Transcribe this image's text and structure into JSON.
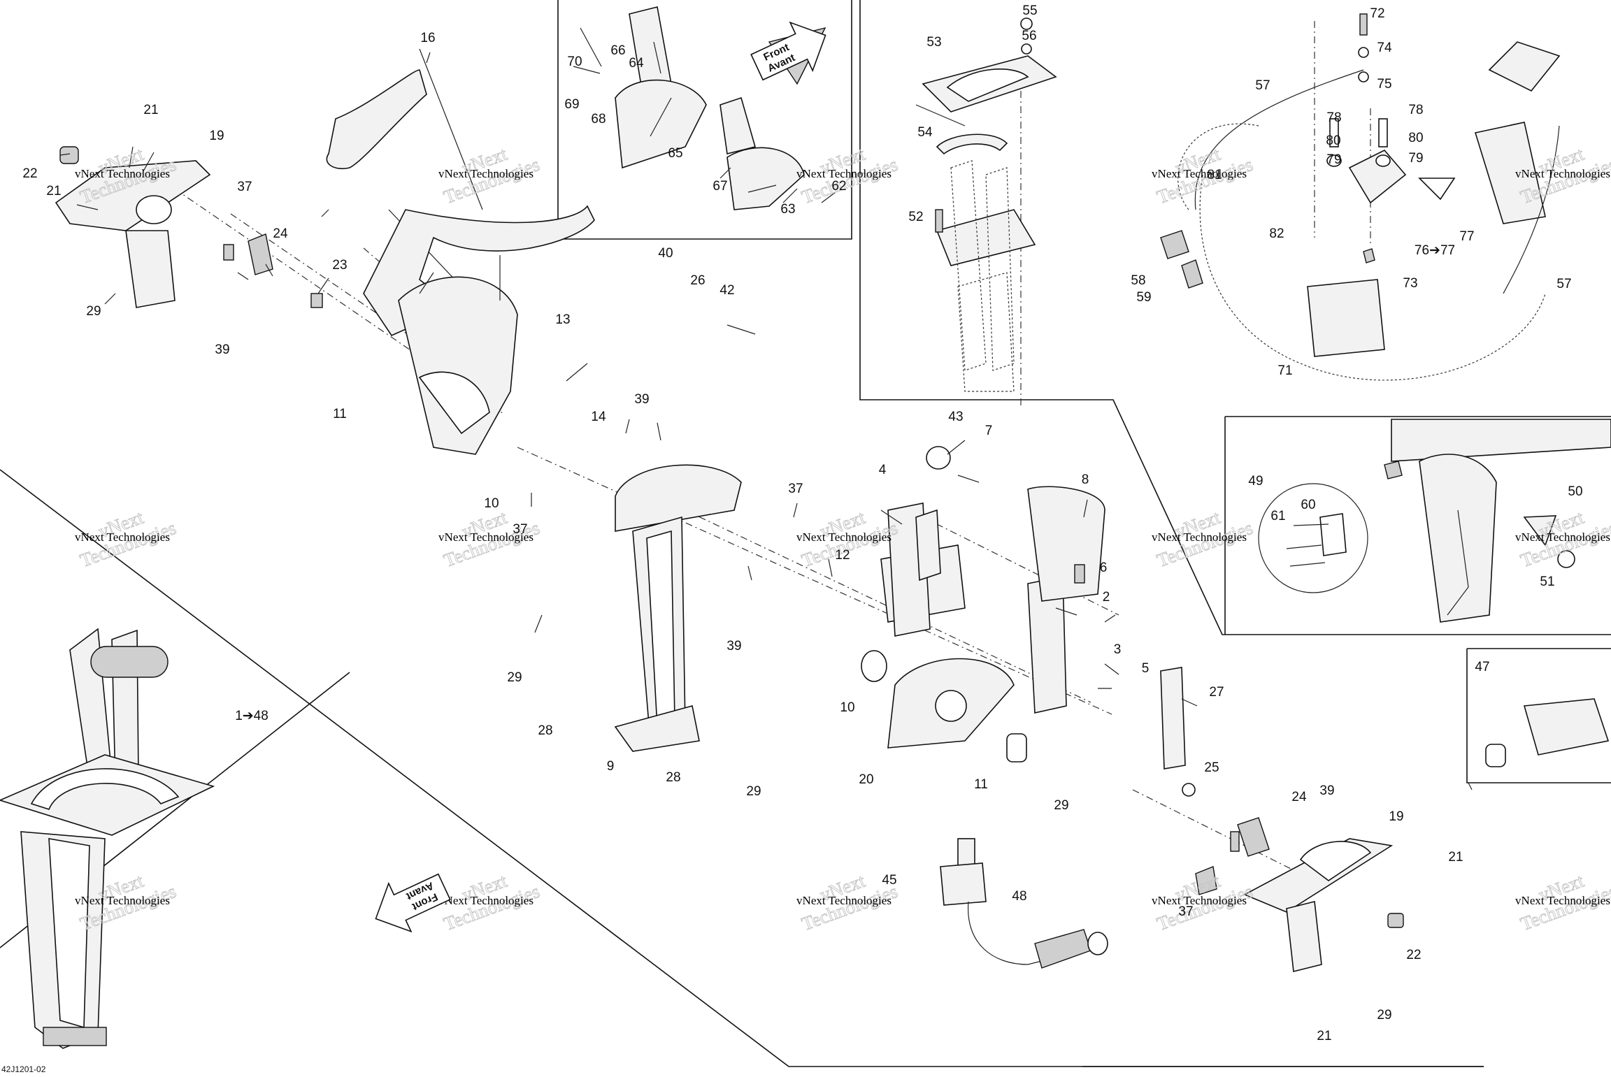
{
  "labels": [
    "1➔48",
    "2",
    "3",
    "4",
    "5",
    "6",
    "7",
    "8",
    "9",
    "10",
    "10",
    "11",
    "11",
    "12",
    "13",
    "14",
    "16",
    "19",
    "19",
    "20",
    "21",
    "21",
    "21",
    "21",
    "22",
    "22",
    "23",
    "24",
    "24",
    "25",
    "26",
    "27",
    "28",
    "28",
    "29",
    "29",
    "29",
    "29",
    "29",
    "37",
    "37",
    "37",
    "37",
    "39",
    "39",
    "39",
    "39",
    "40",
    "42",
    "43",
    "45",
    "47",
    "48",
    "49",
    "50",
    "51",
    "52",
    "53",
    "54",
    "55",
    "56",
    "57",
    "57",
    "58",
    "59",
    "60",
    "61",
    "62",
    "63",
    "64",
    "65",
    "66",
    "67",
    "68",
    "69",
    "70",
    "71",
    "72",
    "73",
    "74",
    "75",
    "76➔77",
    "77",
    "78",
    "78",
    "79",
    "79",
    "80",
    "80",
    "81",
    "82"
  ],
  "watermark": {
    "brand": "vNext Technologies",
    "line1": "vNext",
    "line2": "Technologies"
  },
  "front_arrow": {
    "line1": "Front",
    "line2": "Avant"
  },
  "footer_code": "42J1201-02"
}
